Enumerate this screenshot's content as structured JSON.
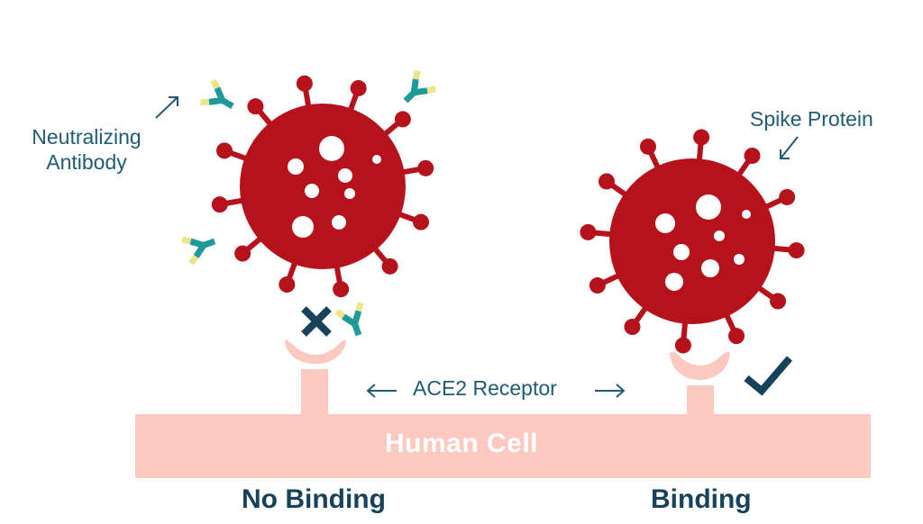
{
  "labels": {
    "neutralizing_antibody_line1": "Neutralizing",
    "neutralizing_antibody_line2": "Antibody",
    "spike_protein": "Spike Protein",
    "ace2_receptor": "ACE2 Receptor",
    "human_cell": "Human Cell",
    "no_binding": "No Binding",
    "binding": "Binding"
  },
  "colors": {
    "virus": "#b5121b",
    "antibody_stem": "#1e9a98",
    "antibody_tip": "#eee58a",
    "cell": "#fcc9c0",
    "mark": "#17425a",
    "label_text": "#1f5b73"
  },
  "marks": {
    "blocked": "x-mark-icon",
    "bound": "check-mark-icon"
  }
}
